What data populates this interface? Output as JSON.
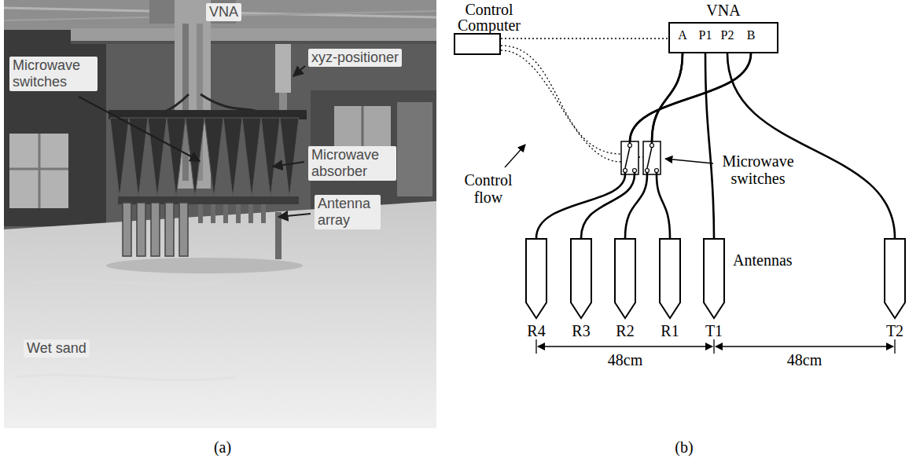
{
  "diagram": {
    "nodes": [
      {
        "text": [
          "Control Computer"
        ]
      },
      {
        "text": [
          "VNA"
        ]
      },
      {
        "text": [
          "R4"
        ]
      },
      {
        "text": [
          "R3"
        ]
      },
      {
        "text": [
          "R2"
        ]
      },
      {
        "text": [
          "R1"
        ]
      },
      {
        "text": [
          "T1"
        ]
      },
      {
        "text": [
          "T2"
        ]
      }
    ],
    "edges": [
      {
        "from": 0,
        "to": 1,
        "arrow": "none"
      },
      {
        "from": 1,
        "to": 2,
        "arrow": "none"
      },
      {
        "from": 1,
        "to": 3,
        "arrow": "none"
      },
      {
        "from": 1,
        "to": 4,
        "arrow": "none"
      },
      {
        "from": 1,
        "to": 5,
        "arrow": "none"
      },
      {
        "from": 1,
        "to": 6,
        "arrow": "none"
      },
      {
        "from": 1,
        "to": 7,
        "arrow": "none"
      }
    ],
    "labels": [
      "VNA",
      "xyz-positioner",
      "Microwave switches",
      "Microwave absorber",
      "Antenna array",
      "Wet sand",
      "(a)",
      "A",
      "P1",
      "P2",
      "B",
      "Control flow",
      "Microwave switches",
      "Antennas",
      "48cm",
      "48cm",
      "(b)"
    ]
  }
}
